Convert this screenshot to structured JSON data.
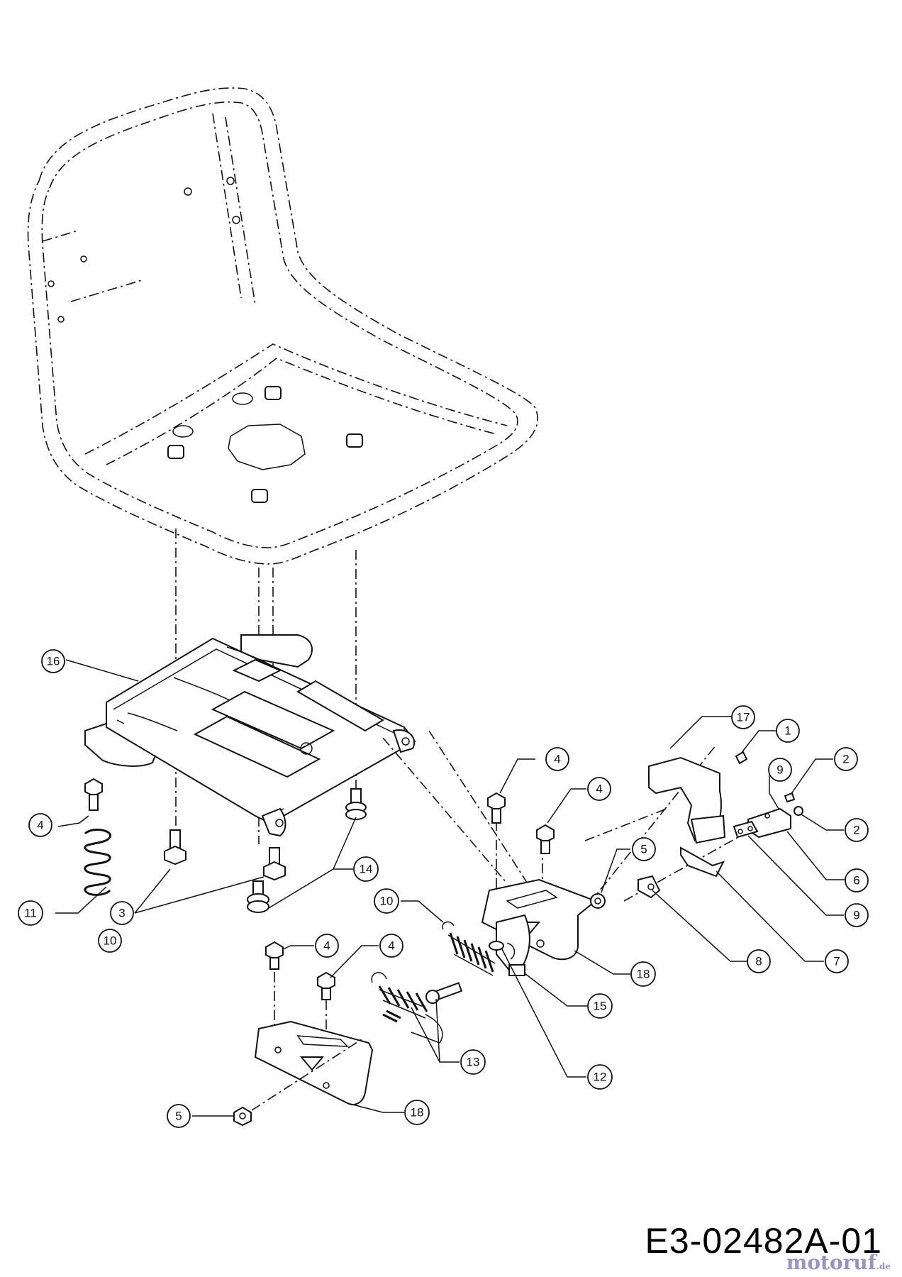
{
  "drawing_number": "E3-02482A-01",
  "watermark": {
    "brand": "motoruf",
    "suffix": ".de"
  },
  "callouts": [
    {
      "id": "c-16",
      "label": "16"
    },
    {
      "id": "c-17",
      "label": "17"
    },
    {
      "id": "c-1",
      "label": "1"
    },
    {
      "id": "c-2a",
      "label": "2"
    },
    {
      "id": "c-2b",
      "label": "2"
    },
    {
      "id": "c-9a",
      "label": "9"
    },
    {
      "id": "c-4a",
      "label": "4"
    },
    {
      "id": "c-4b",
      "label": "4"
    },
    {
      "id": "c-4c",
      "label": "4"
    },
    {
      "id": "c-5a",
      "label": "5"
    },
    {
      "id": "c-6",
      "label": "6"
    },
    {
      "id": "c-9b",
      "label": "9"
    },
    {
      "id": "c-7",
      "label": "7"
    },
    {
      "id": "c-8",
      "label": "8"
    },
    {
      "id": "c-11",
      "label": "11"
    },
    {
      "id": "c-3",
      "label": "3"
    },
    {
      "id": "c-10a",
      "label": "10"
    },
    {
      "id": "c-14",
      "label": "14"
    },
    {
      "id": "c-10b",
      "label": "10"
    },
    {
      "id": "c-18a",
      "label": "18"
    },
    {
      "id": "c-15",
      "label": "15"
    },
    {
      "id": "c-4d",
      "label": "4"
    },
    {
      "id": "c-4e",
      "label": "4"
    },
    {
      "id": "c-13",
      "label": "13"
    },
    {
      "id": "c-12",
      "label": "12"
    },
    {
      "id": "c-5b",
      "label": "5"
    },
    {
      "id": "c-18b",
      "label": "18"
    }
  ]
}
